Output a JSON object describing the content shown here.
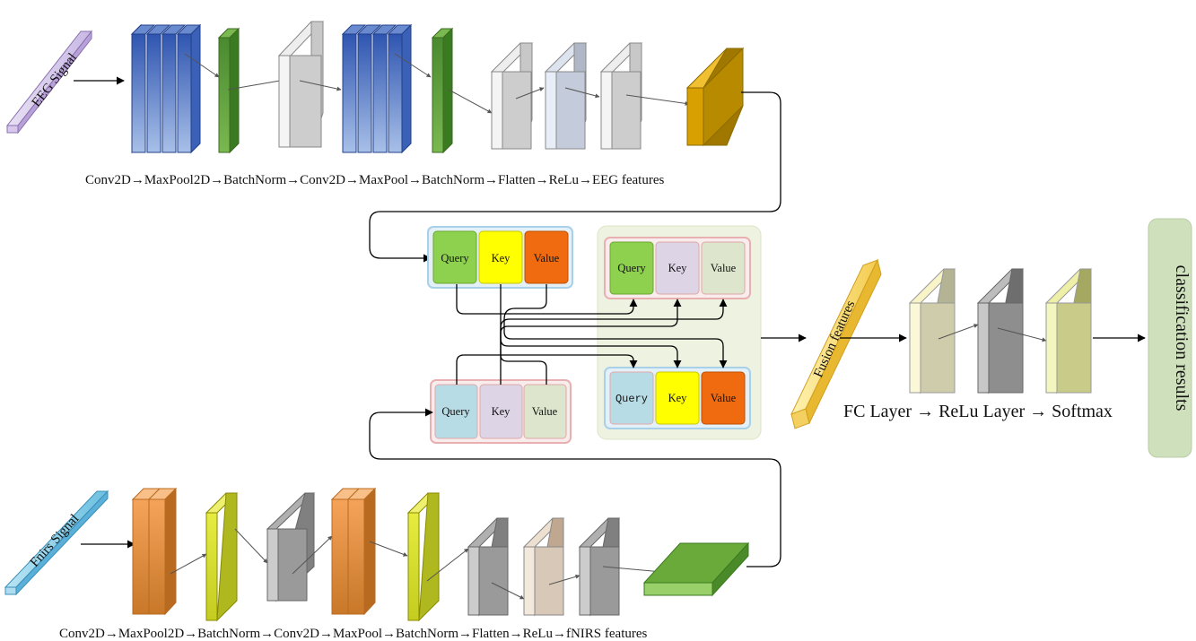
{
  "eeg_branch": {
    "input_label": "EEG Signal",
    "pipeline_label": "Conv2D→MaxPool2D→BatchNorm→Conv2D→MaxPool→BatchNorm→Flatten→ReLu→EEG features"
  },
  "fnirs_branch": {
    "input_label": "Fnirs Signal",
    "pipeline_label": "Conv2D→MaxPool2D→BatchNorm→Conv2D→MaxPool→BatchNorm→Flatten→ReLu→fNIRS features"
  },
  "attention": {
    "eeg_qkv": {
      "query": "Query",
      "key": "Key",
      "value": "Value"
    },
    "fnirs_qkv": {
      "query": "Query",
      "key": "Key",
      "value": "Value"
    },
    "cross_top": {
      "query": "Query",
      "key": "Key",
      "value": "Value"
    },
    "cross_bottom": {
      "query": "Query",
      "key": "Key",
      "value": "Value"
    }
  },
  "fusion": {
    "label": "Fusion features",
    "classifier_label": "FC Layer → ReLu Layer → Softmax",
    "output_label": "classification results"
  },
  "colors": {
    "conv_blue": "#4a72c4",
    "batchnorm_green": "#5a9a3a",
    "eeg_feature": "#cc9a00",
    "conv_orange": "#f0a050",
    "batchnorm_yellow": "#d8e030",
    "fnirs_feature": "#6aaa3a",
    "query_green": "#8ed14e",
    "key_yellow": "#ffff00",
    "value_orange": "#f06a10",
    "query_blue": "#b8dce6",
    "key_lavender": "#ddd4e6",
    "value_sage": "#dde6cc",
    "fusion_panel": "#eef2e0",
    "output_green": "#cfe0bc"
  }
}
